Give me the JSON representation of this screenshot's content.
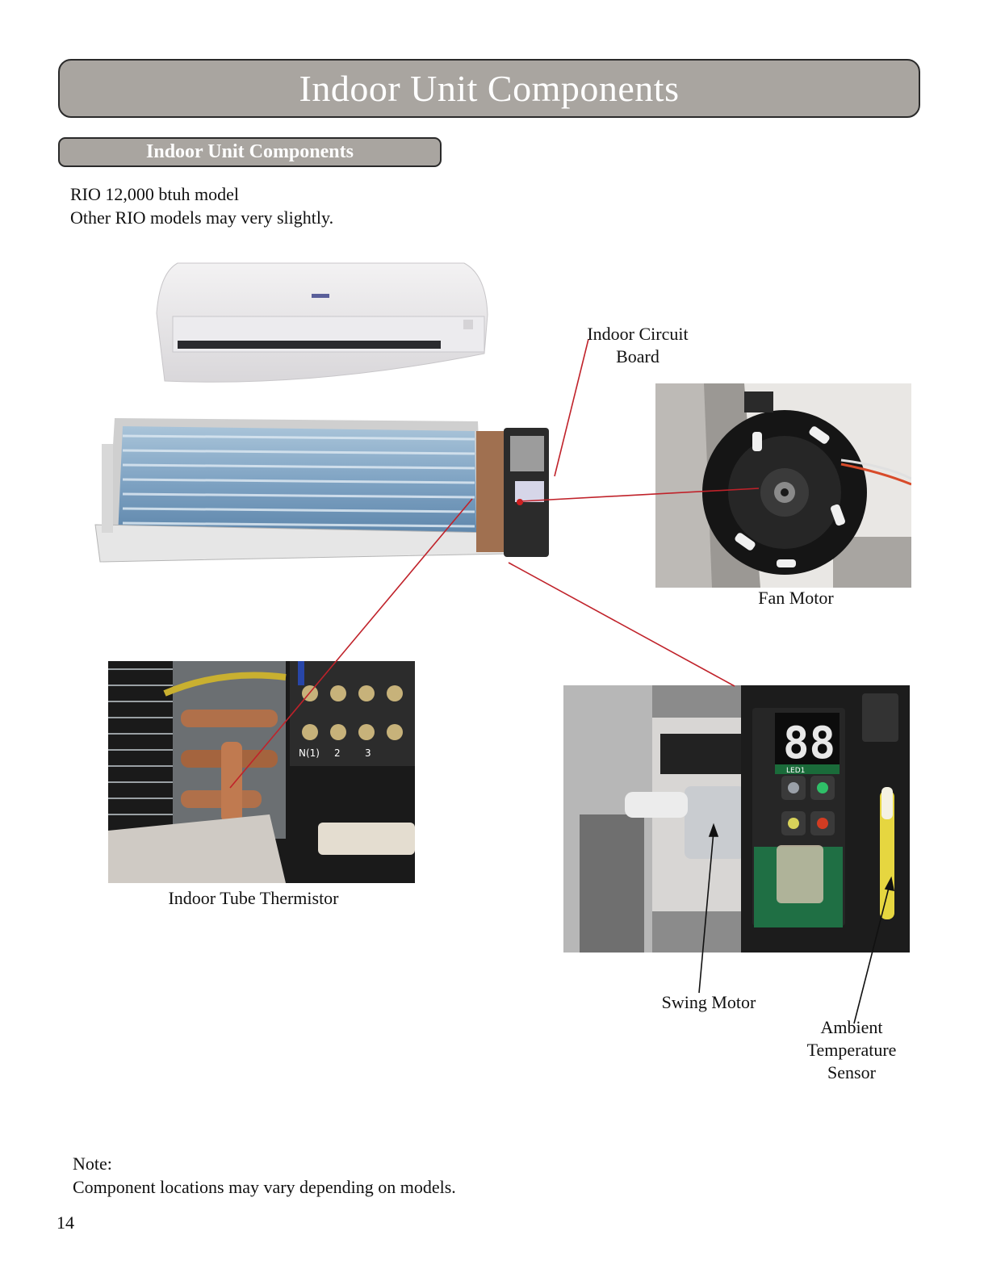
{
  "header": {
    "title": "Indoor Unit Components"
  },
  "section": {
    "title": "Indoor Unit Components"
  },
  "intro": {
    "line1": "RIO 12,000 btuh model",
    "line2": "Other RIO models may very slightly."
  },
  "labels": {
    "circuit_board_line1": "Indoor Circuit",
    "circuit_board_line2": "Board",
    "fan_motor": "Fan Motor",
    "tube_thermistor": "Indoor Tube Thermistor",
    "swing_motor": "Swing Motor",
    "ambient_line1": "Ambient",
    "ambient_line2": "Temperature",
    "ambient_line3": "Sensor"
  },
  "display": {
    "led_digits": "88",
    "led_label": "LED1",
    "terminals": [
      "N(1)",
      "2",
      "3"
    ]
  },
  "note": {
    "heading": "Note:",
    "text": "Component locations may vary depending on models."
  },
  "footer": {
    "page_number": "14"
  },
  "colors": {
    "banner": "#a9a5a0",
    "leader_red": "#c0222a",
    "leader_black": "#111111"
  }
}
